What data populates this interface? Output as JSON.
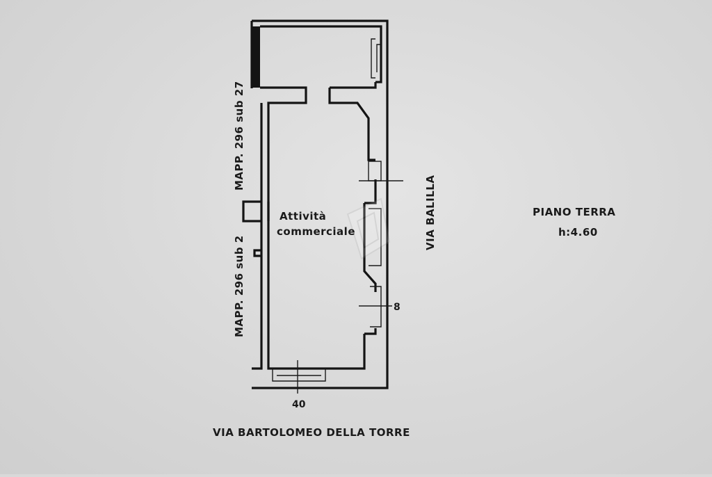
{
  "plan": {
    "room_label_line1": "Attività",
    "room_label_line2": "commerciale",
    "left_label_top": "MAPP. 296 sub 27",
    "left_label_bottom": "MAPP. 296 sub 2",
    "right_street": "VIA BALILLA",
    "bottom_street": "VIA BARTOLOMEO DELLA TORRE",
    "bottom_number": "40",
    "right_number": "8"
  },
  "info": {
    "floor": "PIANO TERRA",
    "height": "h:4.60"
  }
}
